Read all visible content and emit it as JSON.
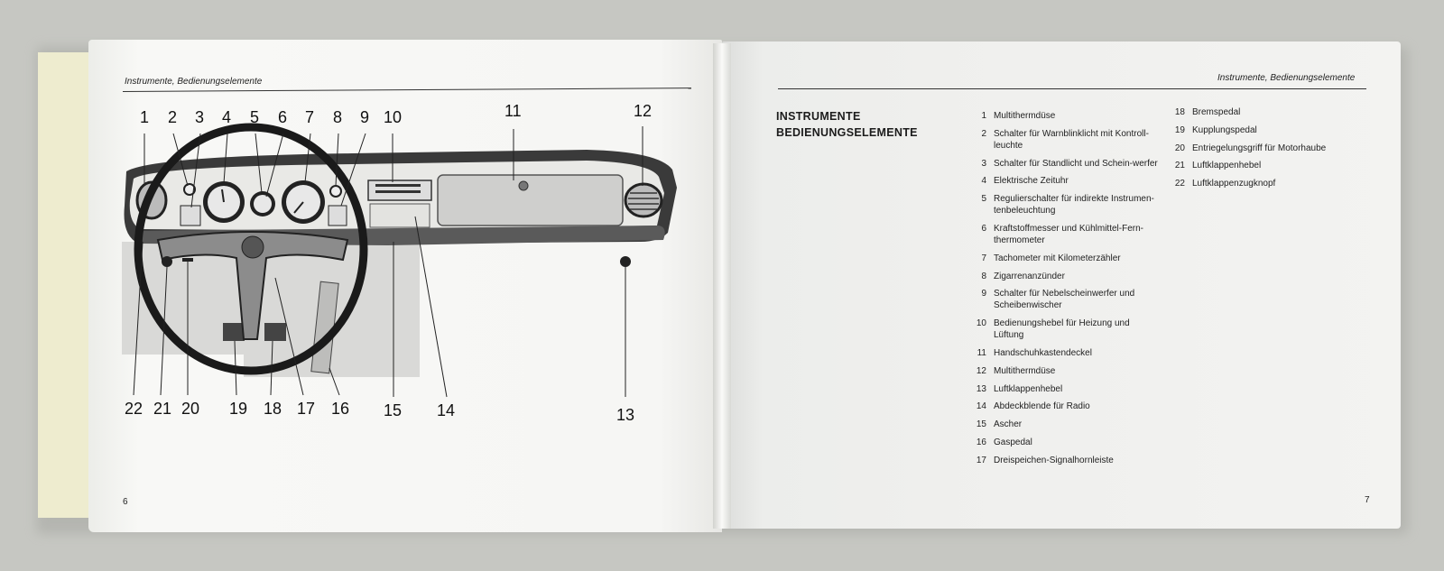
{
  "left_page": {
    "running_head": "Instrumente, Bedienungselemente",
    "page_number": "6",
    "callouts_top": [
      "1",
      "2",
      "3",
      "4",
      "5",
      "6",
      "7",
      "8",
      "9",
      "10",
      "11",
      "12"
    ],
    "callouts_bottom": [
      "22",
      "21",
      "20",
      "19",
      "18",
      "17",
      "16",
      "15",
      "14",
      "13"
    ]
  },
  "right_page": {
    "running_head": "Instrumente, Bedienungselemente",
    "page_number": "7",
    "title_line1": "INSTRUMENTE",
    "title_line2": "BEDIENUNGSELEMENTE",
    "legend_col1": [
      {
        "num": "1",
        "text": "Multithermdüse"
      },
      {
        "num": "2",
        "text": "Schalter für Warnblinklicht mit Kontroll-leuchte"
      },
      {
        "num": "3",
        "text": "Schalter für Standlicht und Schein-werfer"
      },
      {
        "num": "4",
        "text": "Elektrische Zeituhr"
      },
      {
        "num": "5",
        "text": "Regulierschalter für indirekte Instrumen-tenbeleuchtung"
      },
      {
        "num": "6",
        "text": "Kraftstoffmesser und Kühlmittel-Fern-thermometer"
      },
      {
        "num": "7",
        "text": "Tachometer mit Kilometerzähler"
      },
      {
        "num": "8",
        "text": "Zigarrenanzünder"
      },
      {
        "num": "9",
        "text": "Schalter für Nebelscheinwerfer und Scheibenwischer"
      },
      {
        "num": "10",
        "text": "Bedienungshebel für Heizung und Lüftung"
      },
      {
        "num": "11",
        "text": "Handschuhkastendeckel"
      },
      {
        "num": "12",
        "text": "Multithermdüse"
      },
      {
        "num": "13",
        "text": "Luftklappenhebel"
      },
      {
        "num": "14",
        "text": "Abdeckblende für Radio"
      },
      {
        "num": "15",
        "text": "Ascher"
      },
      {
        "num": "16",
        "text": "Gaspedal"
      },
      {
        "num": "17",
        "text": "Dreispeichen-Signalhornleiste"
      }
    ],
    "legend_col2": [
      {
        "num": "18",
        "text": "Bremspedal"
      },
      {
        "num": "19",
        "text": "Kupplungspedal"
      },
      {
        "num": "20",
        "text": "Entriegelungsgriff für Motorhaube"
      },
      {
        "num": "21",
        "text": "Luftklappenhebel"
      },
      {
        "num": "22",
        "text": "Luftklappenzugknopf"
      }
    ]
  }
}
